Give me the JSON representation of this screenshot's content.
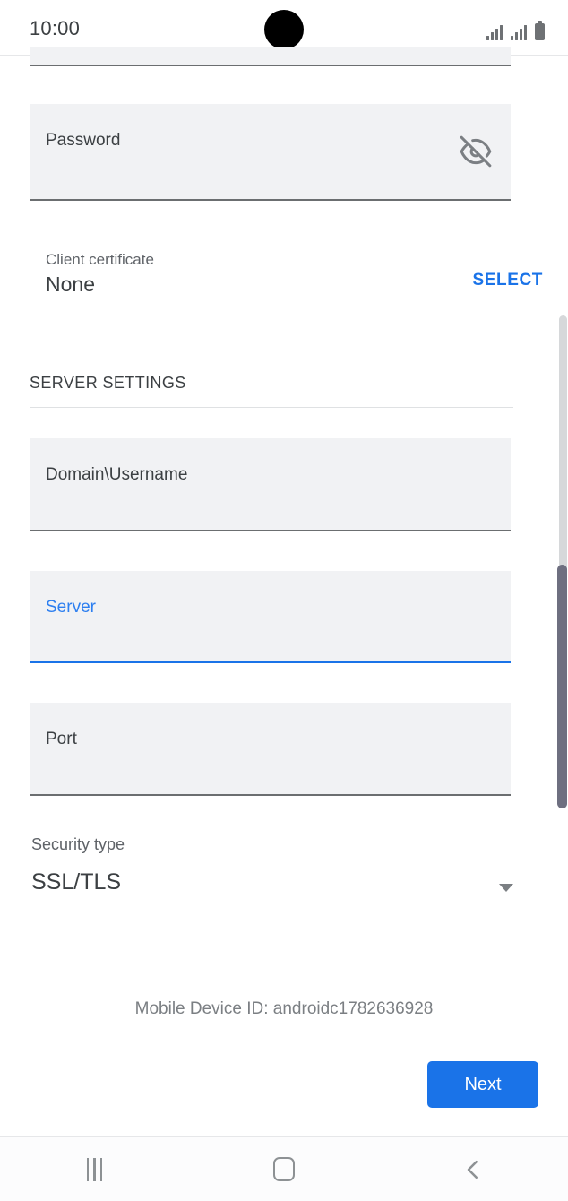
{
  "status_bar": {
    "time": "10:00",
    "signal_icon_1": "signal-bars-icon",
    "signal_icon_2": "signal-bars-icon",
    "battery_icon": "battery-full-icon"
  },
  "form": {
    "password_field": {
      "label": "Password",
      "value": "",
      "visibility_icon": "eye-off-icon"
    },
    "client_certificate": {
      "label": "Client certificate",
      "value": "None",
      "action_label": "SELECT"
    },
    "section": {
      "title": "SERVER SETTINGS"
    },
    "username_field": {
      "label": "Domain\\Username",
      "value": ""
    },
    "server_field": {
      "label": "Server",
      "value": "",
      "focused": true
    },
    "port_field": {
      "label": "Port",
      "value": ""
    },
    "security_type": {
      "label": "Security type",
      "value": "SSL/TLS",
      "caret_icon": "chevron-down-icon"
    },
    "device_id_text": "Mobile Device ID: androidc1782636928",
    "next_button_label": "Next"
  },
  "nav_bar": {
    "recents_icon": "recents-icon",
    "home_icon": "home-icon",
    "back_icon": "back-chevron-icon"
  },
  "colors": {
    "accent_blue": "#1a73e8",
    "focus_blue": "#2d7ff0",
    "field_background": "#f1f2f4",
    "field_underline": "#6b6e70",
    "text_primary": "#3c4043",
    "text_secondary": "#5f6368",
    "icon_gray": "#7b7f83"
  }
}
